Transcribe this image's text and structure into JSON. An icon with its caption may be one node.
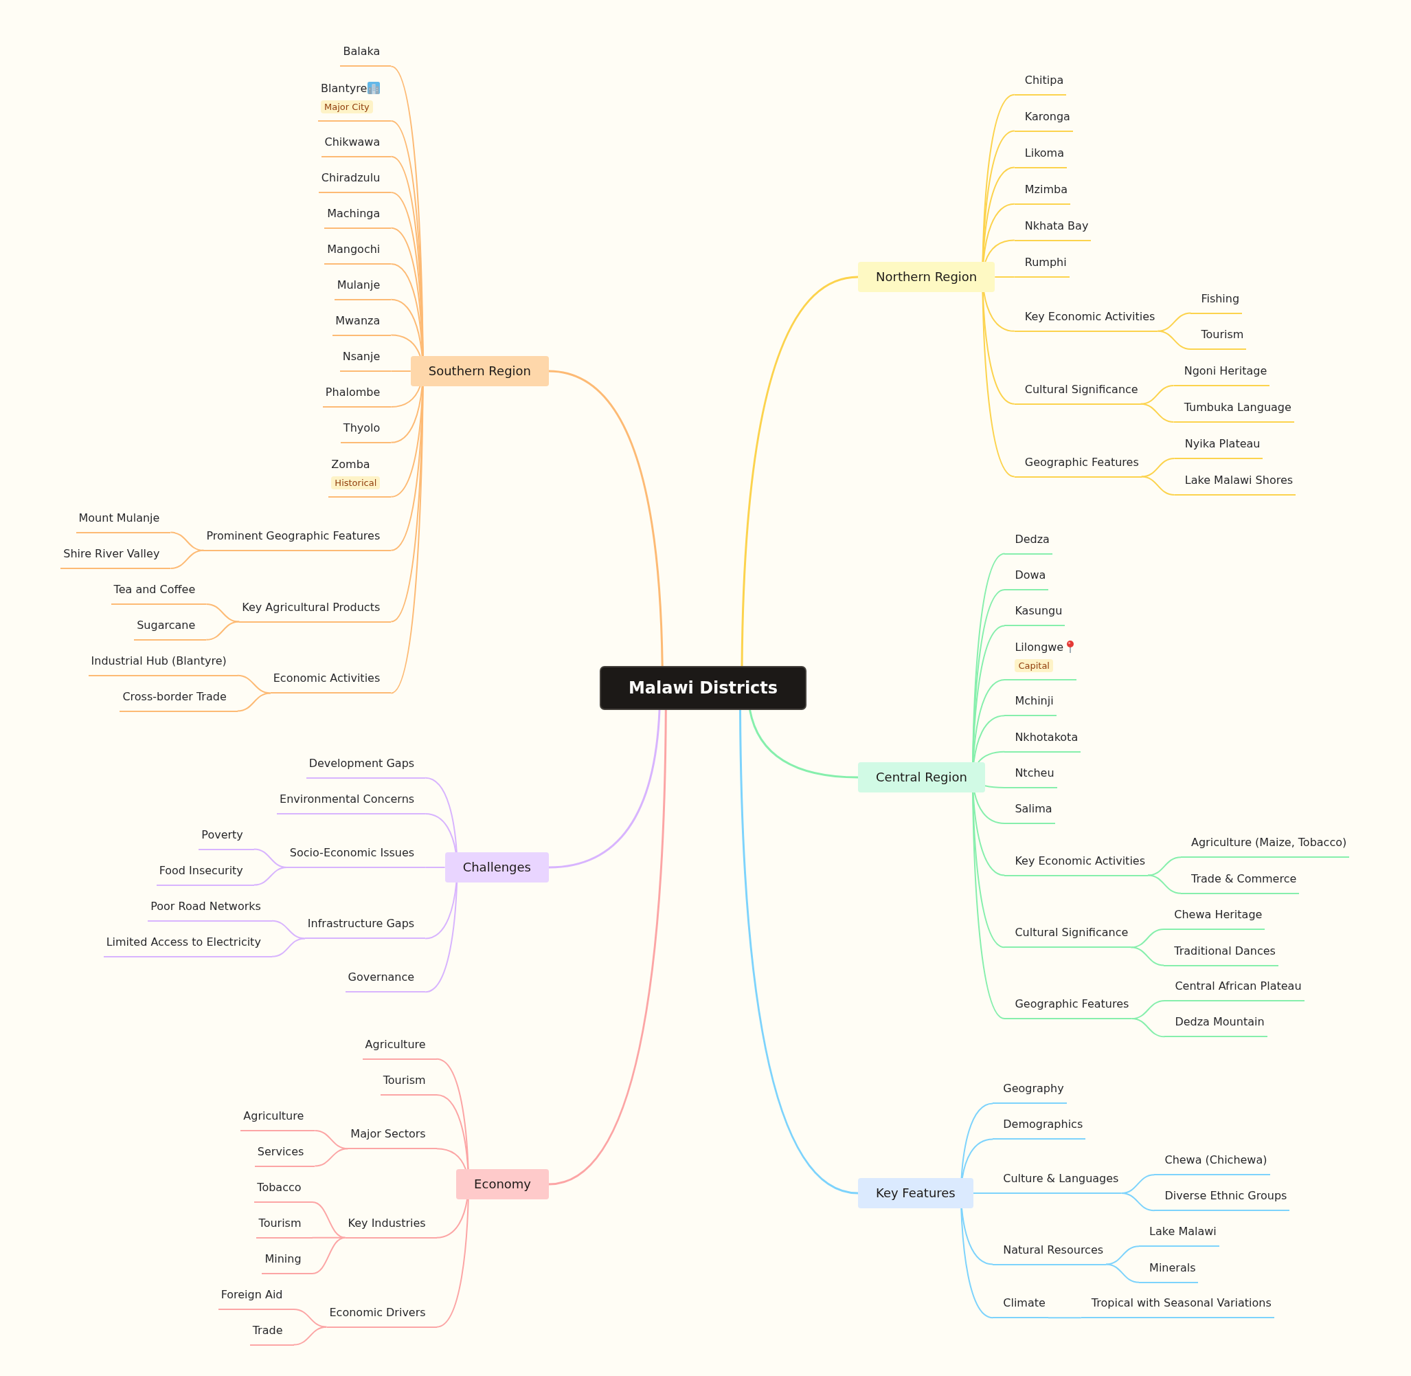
{
  "diagram": {
    "nodes": [
      {
        "text": [
          "Malawi Districts"
        ]
      },
      {
        "text": [
          "Northern Region"
        ]
      },
      {
        "text": [
          "Chitipa"
        ]
      },
      {
        "text": [
          "Karonga"
        ]
      },
      {
        "text": [
          "Likoma"
        ]
      },
      {
        "text": [
          "Mzimba"
        ]
      },
      {
        "text": [
          "Nkhata Bay"
        ]
      },
      {
        "text": [
          "Rumphi"
        ]
      },
      {
        "text": [
          "Key Economic Activities"
        ]
      },
      {
        "text": [
          "Fishing"
        ]
      },
      {
        "text": [
          "Tourism"
        ]
      },
      {
        "text": [
          "Cultural Significance"
        ]
      },
      {
        "text": [
          "Ngoni Heritage"
        ]
      },
      {
        "text": [
          "Tumbuka Language"
        ]
      },
      {
        "text": [
          "Geographic Features"
        ]
      },
      {
        "text": [
          "Nyika Plateau"
        ]
      },
      {
        "text": [
          "Lake Malawi Shores"
        ]
      },
      {
        "text": [
          "Central Region"
        ]
      },
      {
        "text": [
          "Dedza"
        ]
      },
      {
        "text": [
          "Dowa"
        ]
      },
      {
        "text": [
          "Kasungu"
        ]
      },
      {
        "text": [
          "Lilongwe",
          "Capital"
        ]
      },
      {
        "text": [
          "Mchinji"
        ]
      },
      {
        "text": [
          "Nkhotakota"
        ]
      },
      {
        "text": [
          "Ntcheu"
        ]
      },
      {
        "text": [
          "Salima"
        ]
      },
      {
        "text": [
          "Key Economic Activities"
        ]
      },
      {
        "text": [
          "Agriculture (Maize, Tobacco)"
        ]
      },
      {
        "text": [
          "Trade & Commerce"
        ]
      },
      {
        "text": [
          "Cultural Significance"
        ]
      },
      {
        "text": [
          "Chewa Heritage"
        ]
      },
      {
        "text": [
          "Traditional Dances"
        ]
      },
      {
        "text": [
          "Geographic Features"
        ]
      },
      {
        "text": [
          "Central African Plateau"
        ]
      },
      {
        "text": [
          "Dedza Mountain"
        ]
      },
      {
        "text": [
          "Key Features"
        ]
      },
      {
        "text": [
          "Geography"
        ]
      },
      {
        "text": [
          "Demographics"
        ]
      },
      {
        "text": [
          "Culture & Languages"
        ]
      },
      {
        "text": [
          "Chewa (Chichewa)"
        ]
      },
      {
        "text": [
          "Diverse Ethnic Groups"
        ]
      },
      {
        "text": [
          "Natural Resources"
        ]
      },
      {
        "text": [
          "Lake Malawi"
        ]
      },
      {
        "text": [
          "Minerals"
        ]
      },
      {
        "text": [
          "Climate"
        ]
      },
      {
        "text": [
          "Tropical with Seasonal Variations"
        ]
      },
      {
        "text": [
          "Southern Region"
        ]
      },
      {
        "text": [
          "Balaka"
        ]
      },
      {
        "text": [
          "Blantyre",
          "Major City"
        ]
      },
      {
        "text": [
          "Chikwawa"
        ]
      },
      {
        "text": [
          "Chiradzulu"
        ]
      },
      {
        "text": [
          "Machinga"
        ]
      },
      {
        "text": [
          "Mangochi"
        ]
      },
      {
        "text": [
          "Mulanje"
        ]
      },
      {
        "text": [
          "Mwanza"
        ]
      },
      {
        "text": [
          "Nsanje"
        ]
      },
      {
        "text": [
          "Phalombe"
        ]
      },
      {
        "text": [
          "Thyolo"
        ]
      },
      {
        "text": [
          "Zomba",
          "Historical"
        ]
      },
      {
        "text": [
          "Prominent Geographic Features"
        ]
      },
      {
        "text": [
          "Mount Mulanje"
        ]
      },
      {
        "text": [
          "Shire River Valley"
        ]
      },
      {
        "text": [
          "Key Agricultural Products"
        ]
      },
      {
        "text": [
          "Tea and Coffee"
        ]
      },
      {
        "text": [
          "Sugarcane"
        ]
      },
      {
        "text": [
          "Economic Activities"
        ]
      },
      {
        "text": [
          "Industrial Hub (Blantyre)"
        ]
      },
      {
        "text": [
          "Cross-border Trade"
        ]
      },
      {
        "text": [
          "Challenges"
        ]
      },
      {
        "text": [
          "Development Gaps"
        ]
      },
      {
        "text": [
          "Environmental Concerns"
        ]
      },
      {
        "text": [
          "Socio-Economic Issues"
        ]
      },
      {
        "text": [
          "Poverty"
        ]
      },
      {
        "text": [
          "Food Insecurity"
        ]
      },
      {
        "text": [
          "Infrastructure Gaps"
        ]
      },
      {
        "text": [
          "Poor Road Networks"
        ]
      },
      {
        "text": [
          "Limited Access to Electricity"
        ]
      },
      {
        "text": [
          "Governance"
        ]
      },
      {
        "text": [
          "Economy"
        ]
      },
      {
        "text": [
          "Agriculture"
        ]
      },
      {
        "text": [
          "Tourism"
        ]
      },
      {
        "text": [
          "Major Sectors"
        ]
      },
      {
        "text": [
          "Agriculture"
        ]
      },
      {
        "text": [
          "Services"
        ]
      },
      {
        "text": [
          "Key Industries"
        ]
      },
      {
        "text": [
          "Tobacco"
        ]
      },
      {
        "text": [
          "Tourism"
        ]
      },
      {
        "text": [
          "Mining"
        ]
      },
      {
        "text": [
          "Economic Drivers"
        ]
      },
      {
        "text": [
          "Foreign Aid"
        ]
      },
      {
        "text": [
          "Trade"
        ]
      }
    ],
    "edges": [
      {
        "from": 0,
        "to": 1,
        "arrow": "none",
        "color": "#fcd34d"
      },
      {
        "from": 1,
        "to": 2,
        "arrow": "none",
        "color": "#fcd34d"
      },
      {
        "from": 1,
        "to": 3,
        "arrow": "none",
        "color": "#fcd34d"
      },
      {
        "from": 1,
        "to": 4,
        "arrow": "none",
        "color": "#fcd34d"
      },
      {
        "from": 1,
        "to": 5,
        "arrow": "none",
        "color": "#fcd34d"
      },
      {
        "from": 1,
        "to": 6,
        "arrow": "none",
        "color": "#fcd34d"
      },
      {
        "from": 1,
        "to": 7,
        "arrow": "none",
        "color": "#fcd34d"
      },
      {
        "from": 1,
        "to": 8,
        "arrow": "none",
        "color": "#fcd34d"
      },
      {
        "from": 8,
        "to": 9,
        "arrow": "none",
        "color": "#fcd34d"
      },
      {
        "from": 8,
        "to": 10,
        "arrow": "none",
        "color": "#fcd34d"
      },
      {
        "from": 1,
        "to": 11,
        "arrow": "none",
        "color": "#fcd34d"
      },
      {
        "from": 11,
        "to": 12,
        "arrow": "none",
        "color": "#fcd34d"
      },
      {
        "from": 11,
        "to": 13,
        "arrow": "none",
        "color": "#fcd34d"
      },
      {
        "from": 1,
        "to": 14,
        "arrow": "none",
        "color": "#fcd34d"
      },
      {
        "from": 14,
        "to": 15,
        "arrow": "none",
        "color": "#fcd34d"
      },
      {
        "from": 14,
        "to": 16,
        "arrow": "none",
        "color": "#fcd34d"
      },
      {
        "from": 0,
        "to": 17,
        "arrow": "none",
        "color": "#86efac"
      },
      {
        "from": 17,
        "to": 18,
        "arrow": "none",
        "color": "#86efac"
      },
      {
        "from": 17,
        "to": 19,
        "arrow": "none",
        "color": "#86efac"
      },
      {
        "from": 17,
        "to": 20,
        "arrow": "none",
        "color": "#86efac"
      },
      {
        "from": 17,
        "to": 21,
        "arrow": "none",
        "color": "#86efac"
      },
      {
        "from": 17,
        "to": 22,
        "arrow": "none",
        "color": "#86efac"
      },
      {
        "from": 17,
        "to": 23,
        "arrow": "none",
        "color": "#86efac"
      },
      {
        "from": 17,
        "to": 24,
        "arrow": "none",
        "color": "#86efac"
      },
      {
        "from": 17,
        "to": 25,
        "arrow": "none",
        "color": "#86efac"
      },
      {
        "from": 17,
        "to": 26,
        "arrow": "none",
        "color": "#86efac"
      },
      {
        "from": 26,
        "to": 27,
        "arrow": "none",
        "color": "#86efac"
      },
      {
        "from": 26,
        "to": 28,
        "arrow": "none",
        "color": "#86efac"
      },
      {
        "from": 17,
        "to": 29,
        "arrow": "none",
        "color": "#86efac"
      },
      {
        "from": 29,
        "to": 30,
        "arrow": "none",
        "color": "#86efac"
      },
      {
        "from": 29,
        "to": 31,
        "arrow": "none",
        "color": "#86efac"
      },
      {
        "from": 17,
        "to": 32,
        "arrow": "none",
        "color": "#86efac"
      },
      {
        "from": 32,
        "to": 33,
        "arrow": "none",
        "color": "#86efac"
      },
      {
        "from": 32,
        "to": 34,
        "arrow": "none",
        "color": "#86efac"
      },
      {
        "from": 0,
        "to": 35,
        "arrow": "none",
        "color": "#7dd3fc"
      },
      {
        "from": 35,
        "to": 36,
        "arrow": "none",
        "color": "#7dd3fc"
      },
      {
        "from": 35,
        "to": 37,
        "arrow": "none",
        "color": "#7dd3fc"
      },
      {
        "from": 35,
        "to": 38,
        "arrow": "none",
        "color": "#7dd3fc"
      },
      {
        "from": 38,
        "to": 39,
        "arrow": "none",
        "color": "#7dd3fc"
      },
      {
        "from": 38,
        "to": 40,
        "arrow": "none",
        "color": "#7dd3fc"
      },
      {
        "from": 35,
        "to": 41,
        "arrow": "none",
        "color": "#7dd3fc"
      },
      {
        "from": 41,
        "to": 42,
        "arrow": "none",
        "color": "#7dd3fc"
      },
      {
        "from": 41,
        "to": 43,
        "arrow": "none",
        "color": "#7dd3fc"
      },
      {
        "from": 35,
        "to": 44,
        "arrow": "none",
        "color": "#7dd3fc"
      },
      {
        "from": 44,
        "to": 45,
        "arrow": "none",
        "color": "#7dd3fc"
      },
      {
        "from": 0,
        "to": 46,
        "arrow": "none",
        "color": "#fdba74"
      },
      {
        "from": 46,
        "to": 47,
        "arrow": "none",
        "color": "#fdba74"
      },
      {
        "from": 46,
        "to": 48,
        "arrow": "none",
        "color": "#fdba74"
      },
      {
        "from": 46,
        "to": 49,
        "arrow": "none",
        "color": "#fdba74"
      },
      {
        "from": 46,
        "to": 50,
        "arrow": "none",
        "color": "#fdba74"
      },
      {
        "from": 46,
        "to": 51,
        "arrow": "none",
        "color": "#fdba74"
      },
      {
        "from": 46,
        "to": 52,
        "arrow": "none",
        "color": "#fdba74"
      },
      {
        "from": 46,
        "to": 53,
        "arrow": "none",
        "color": "#fdba74"
      },
      {
        "from": 46,
        "to": 54,
        "arrow": "none",
        "color": "#fdba74"
      },
      {
        "from": 46,
        "to": 55,
        "arrow": "none",
        "color": "#fdba74"
      },
      {
        "from": 46,
        "to": 56,
        "arrow": "none",
        "color": "#fdba74"
      },
      {
        "from": 46,
        "to": 57,
        "arrow": "none",
        "color": "#fdba74"
      },
      {
        "from": 46,
        "to": 58,
        "arrow": "none",
        "color": "#fdba74"
      },
      {
        "from": 46,
        "to": 59,
        "arrow": "none",
        "color": "#fdba74"
      },
      {
        "from": 59,
        "to": 60,
        "arrow": "none",
        "color": "#fdba74"
      },
      {
        "from": 59,
        "to": 61,
        "arrow": "none",
        "color": "#fdba74"
      },
      {
        "from": 46,
        "to": 62,
        "arrow": "none",
        "color": "#fdba74"
      },
      {
        "from": 62,
        "to": 63,
        "arrow": "none",
        "color": "#fdba74"
      },
      {
        "from": 62,
        "to": 64,
        "arrow": "none",
        "color": "#fdba74"
      },
      {
        "from": 46,
        "to": 65,
        "arrow": "none",
        "color": "#fdba74"
      },
      {
        "from": 65,
        "to": 66,
        "arrow": "none",
        "color": "#fdba74"
      },
      {
        "from": 65,
        "to": 67,
        "arrow": "none",
        "color": "#fdba74"
      },
      {
        "from": 0,
        "to": 68,
        "arrow": "none",
        "color": "#d8b4fe"
      },
      {
        "from": 68,
        "to": 69,
        "arrow": "none",
        "color": "#d8b4fe"
      },
      {
        "from": 68,
        "to": 70,
        "arrow": "none",
        "color": "#d8b4fe"
      },
      {
        "from": 68,
        "to": 71,
        "arrow": "none",
        "color": "#d8b4fe"
      },
      {
        "from": 71,
        "to": 72,
        "arrow": "none",
        "color": "#d8b4fe"
      },
      {
        "from": 71,
        "to": 73,
        "arrow": "none",
        "color": "#d8b4fe"
      },
      {
        "from": 68,
        "to": 74,
        "arrow": "none",
        "color": "#d8b4fe"
      },
      {
        "from": 74,
        "to": 75,
        "arrow": "none",
        "color": "#d8b4fe"
      },
      {
        "from": 74,
        "to": 76,
        "arrow": "none",
        "color": "#d8b4fe"
      },
      {
        "from": 68,
        "to": 77,
        "arrow": "none",
        "color": "#d8b4fe"
      },
      {
        "from": 0,
        "to": 78,
        "arrow": "none",
        "color": "#fca5a5"
      },
      {
        "from": 78,
        "to": 79,
        "arrow": "none",
        "color": "#fca5a5"
      },
      {
        "from": 78,
        "to": 80,
        "arrow": "none",
        "color": "#fca5a5"
      },
      {
        "from": 78,
        "to": 81,
        "arrow": "none",
        "color": "#fca5a5"
      },
      {
        "from": 81,
        "to": 82,
        "arrow": "none",
        "color": "#fca5a5"
      },
      {
        "from": 81,
        "to": 83,
        "arrow": "none",
        "color": "#fca5a5"
      },
      {
        "from": 78,
        "to": 84,
        "arrow": "none",
        "color": "#fca5a5"
      },
      {
        "from": 84,
        "to": 85,
        "arrow": "none",
        "color": "#fca5a5"
      },
      {
        "from": 84,
        "to": 86,
        "arrow": "none",
        "color": "#fca5a5"
      },
      {
        "from": 84,
        "to": 87,
        "arrow": "none",
        "color": "#fca5a5"
      },
      {
        "from": 78,
        "to": 88,
        "arrow": "none",
        "color": "#fca5a5"
      },
      {
        "from": 88,
        "to": 89,
        "arrow": "none",
        "color": "#fca5a5"
      },
      {
        "from": 88,
        "to": 90,
        "arrow": "none",
        "color": "#fca5a5"
      }
    ]
  }
}
